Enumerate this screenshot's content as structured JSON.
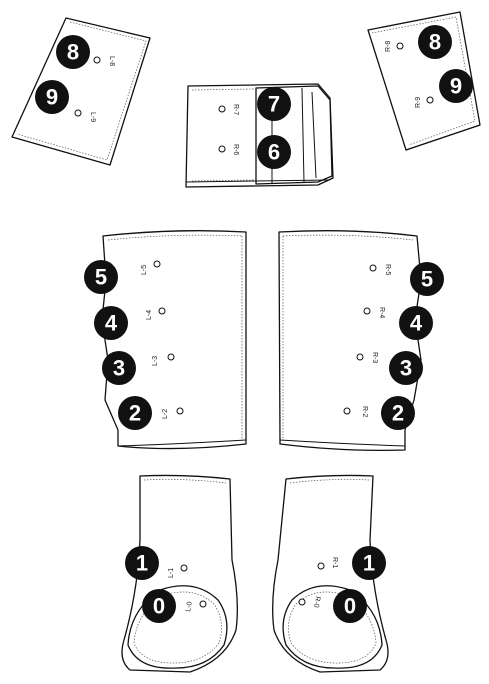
{
  "badges": {
    "b8_left": "8",
    "b9_left": "9",
    "b7": "7",
    "b6": "6",
    "b8_right": "8",
    "b9_right": "9",
    "b5_left": "5",
    "b4_left": "4",
    "b3_left": "3",
    "b2_left": "2",
    "b5_right": "5",
    "b4_right": "4",
    "b3_right": "3",
    "b2_right": "2",
    "b1_left": "1",
    "b0_left": "0",
    "b1_right": "1",
    "b0_right": "0"
  },
  "ports": {
    "l8": "L-8",
    "l9": "L-9",
    "r7": "R-7",
    "r6": "R-6",
    "r8": "R-8",
    "r9": "R-9",
    "l5": "L-5",
    "l4": "L-4",
    "l3": "L-3",
    "l2": "L-2",
    "r5": "R-5",
    "r4": "R-4",
    "r3": "R-3",
    "r2": "R-2",
    "l1": "L-1",
    "l0": "L-0",
    "r1": "R-1",
    "r0": "R-0"
  },
  "colors": {
    "badge": "#111111",
    "badge_text": "#ffffff",
    "outline": "#111111"
  }
}
